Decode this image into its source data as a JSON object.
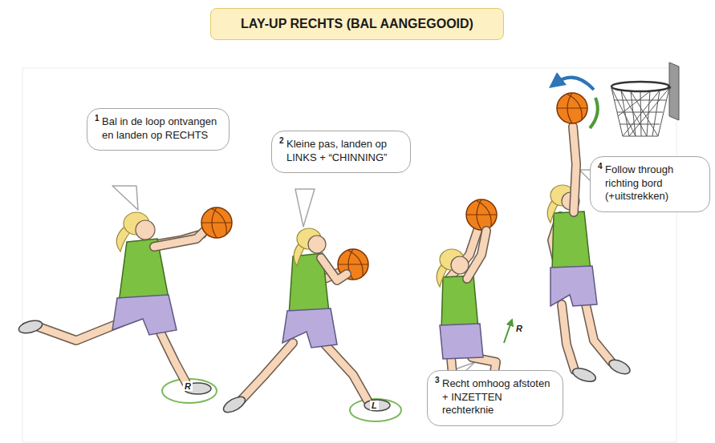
{
  "diagram": {
    "title": "LAY-UP RECHTS (BAL AANGEGOOID)",
    "nodes": [
      {
        "text": [
          "1",
          "Bal in de loop ontvangen en landen op RECHTS"
        ]
      },
      {
        "text": [
          "2",
          "Kleine pas, landen op LINKS + “CHINNING”"
        ]
      },
      {
        "text": [
          "3",
          "Recht omhoog afstoten + INZETTEN rechterknie"
        ]
      },
      {
        "text": [
          "4",
          "Follow through richting bord (+uitstrekken)"
        ]
      }
    ],
    "labels": [
      "R",
      "L",
      "R"
    ]
  }
}
